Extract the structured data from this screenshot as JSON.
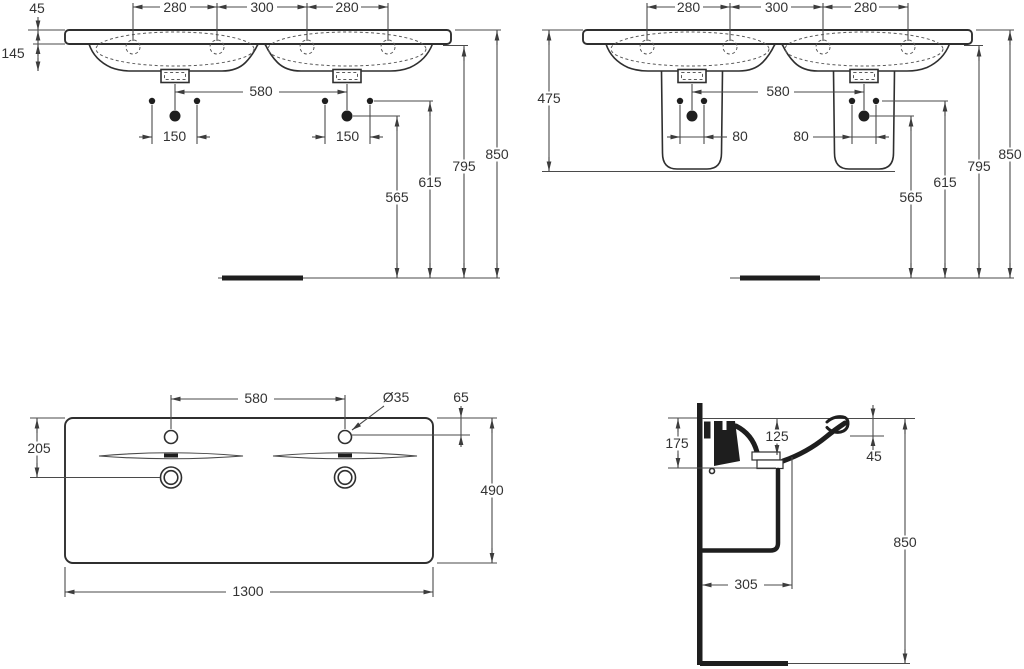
{
  "drawing": {
    "type": "washbasin technical dimension drawing",
    "units": "mm"
  },
  "front": {
    "slab_thickness": "45",
    "total_depth": "145",
    "tap_pitch_left": "280",
    "tap_pitch_center": "300",
    "tap_pitch_right": "280",
    "bowl_centres": "580",
    "fixing_left": "150",
    "fixing_right": "150",
    "h_fixing_lower": "565",
    "h_fixing_upper": "615",
    "h_underside": "795",
    "h_top": "850"
  },
  "front_pedestal": {
    "pedestal_height": "475",
    "tap_pitch_left": "280",
    "tap_pitch_center": "300",
    "tap_pitch_right": "280",
    "bowl_centres": "580",
    "fixing_left": "80",
    "fixing_right": "80",
    "h_fixing_lower": "565",
    "h_fixing_upper": "615",
    "h_underside": "795",
    "h_top": "850"
  },
  "plan": {
    "tap_centres": "580",
    "tap_hole": "Ø35",
    "tap_offset": "65",
    "bowl_offset": "205",
    "depth": "490",
    "width": "1300"
  },
  "section": {
    "back_height": "175",
    "bowl_depth": "125",
    "front_lip": "45",
    "height": "850",
    "projection": "305"
  },
  "colors": {
    "line": "#4a4a4a",
    "profile": "#1e1e1e",
    "text": "#333333",
    "background": "#ffffff"
  }
}
